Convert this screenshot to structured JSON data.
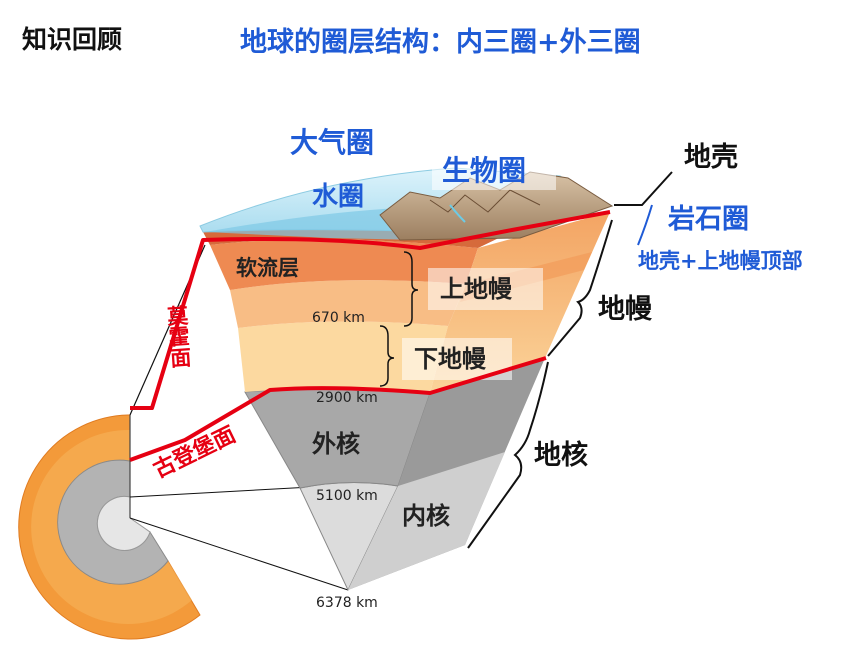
{
  "header": {
    "section_label": "知识回顾",
    "title": "地球的圈层结构：内三圈+外三圈"
  },
  "outer_spheres": {
    "atmosphere": "大气圈",
    "hydrosphere": "水圈",
    "biosphere": "生物圈"
  },
  "layers": {
    "crust": "地壳",
    "lithosphere": "岩石圈",
    "lithosphere_note": "地壳+上地幔顶部",
    "mantle": "地幔",
    "core": "地核",
    "asthenosphere": "软流层",
    "upper_mantle": "上地幔",
    "lower_mantle": "下地幔",
    "outer_core": "外核",
    "inner_core": "内核"
  },
  "boundaries": {
    "moho": "莫霍面",
    "gutenberg": "古登堡面"
  },
  "depths": {
    "d670": "670 km",
    "d2900": "2900 km",
    "d5100": "5100 km",
    "d6378": "6378 km"
  },
  "colors": {
    "title_blue": "#1f5bd6",
    "boundary_red": "#e60012",
    "ocean": "#bfe6f5",
    "asthenosphere": "#ef8a55",
    "upper_mantle": "#f7b987",
    "lower_mantle": "#fbd9a4",
    "outer_core": "#a9a9a9",
    "inner_core": "#d9d9d9",
    "rock": "#b89b7c"
  }
}
